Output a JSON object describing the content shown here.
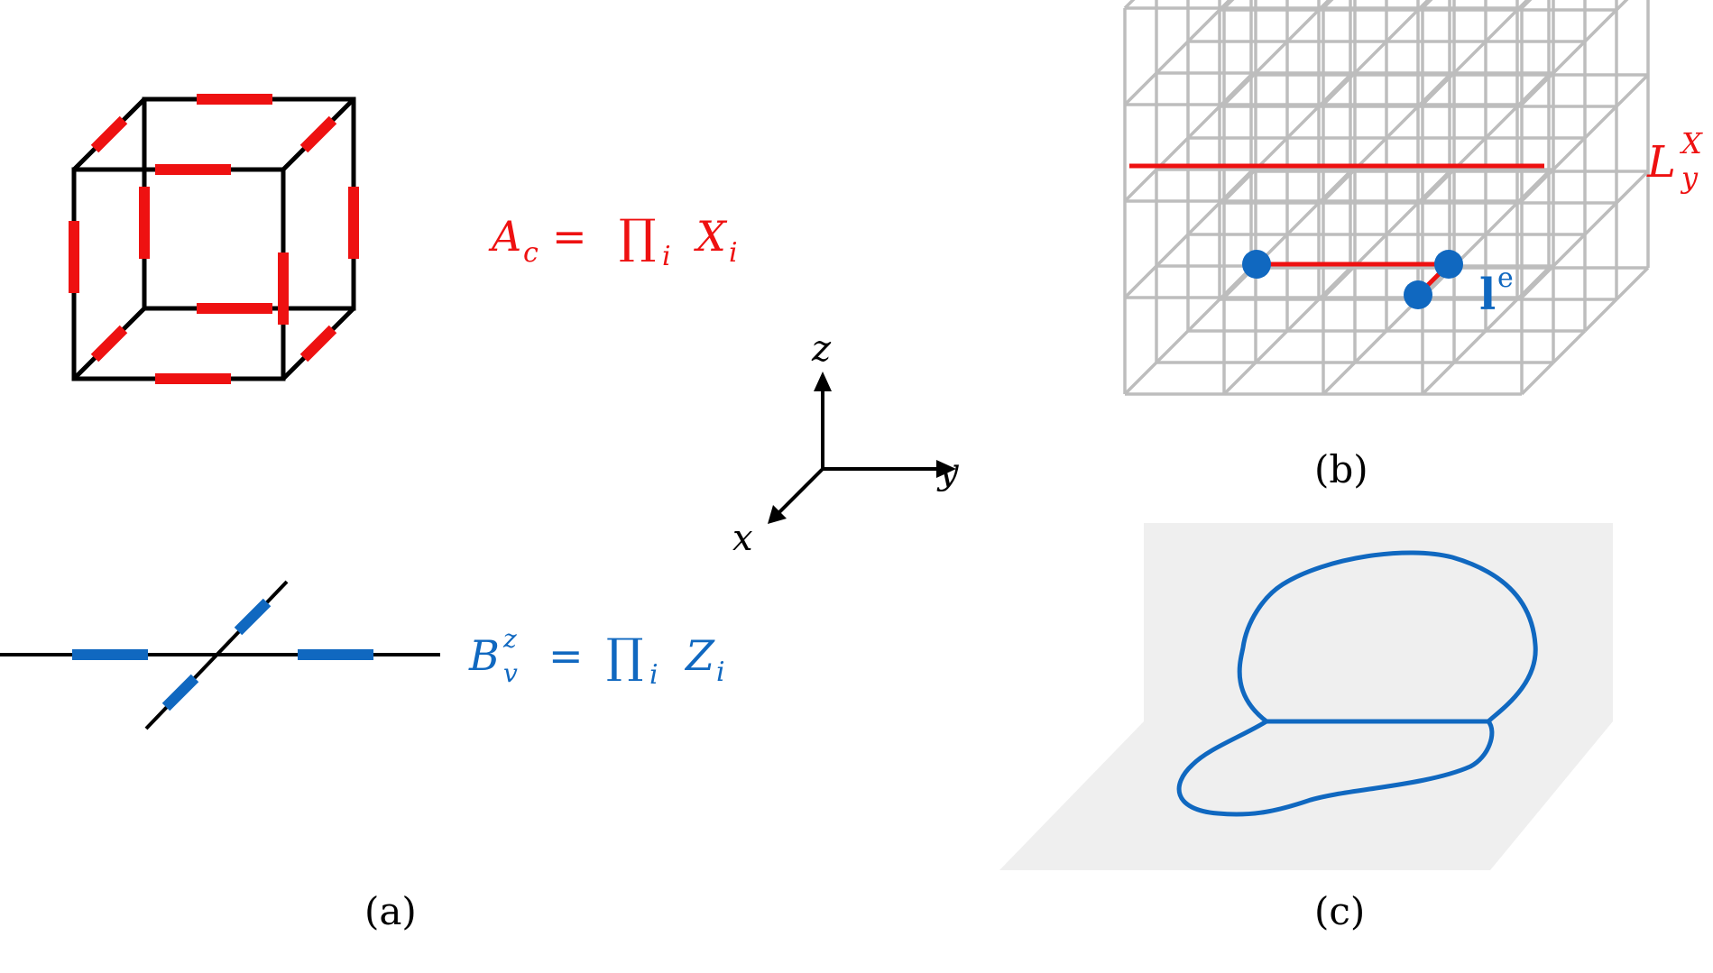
{
  "colors": {
    "red": "#ee1111",
    "blue": "#1068c0",
    "black": "#000000",
    "grid": "#bdbdbd",
    "plane": "#efefef"
  },
  "panel_a": {
    "label": "(a)",
    "cube_operator": {
      "lhs_base": "A",
      "lhs_sub": "c",
      "equals": "=",
      "product": "∏",
      "product_sub": "i",
      "term_base": "X",
      "term_sub": "i"
    },
    "vertex_operator": {
      "lhs_base": "B",
      "lhs_sup": "z",
      "lhs_sub": "v",
      "equals": "=",
      "product": "∏",
      "product_sub": "i",
      "term_base": "Z",
      "term_sub": "i"
    },
    "axes": {
      "x": "x",
      "y": "y",
      "z": "z"
    }
  },
  "panel_b": {
    "label": "(b)",
    "logical_operator": {
      "base": "L",
      "sup": "X",
      "sub": "y"
    },
    "excitation": {
      "base": "l",
      "sup": "e"
    }
  },
  "panel_c": {
    "label": "(c)"
  }
}
